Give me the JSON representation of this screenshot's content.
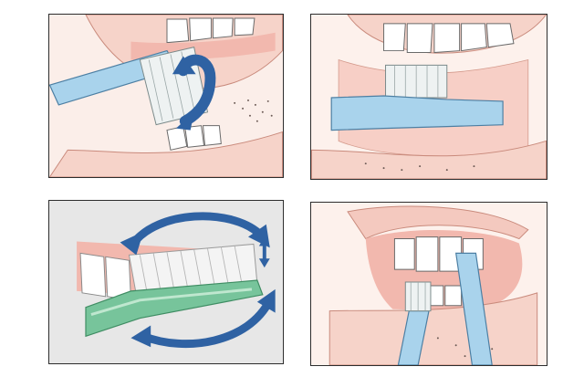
{
  "figure": {
    "panels": [
      {
        "id": "p1",
        "icons": [
          "toothbrush-icon",
          "circular-arrow-icon"
        ]
      },
      {
        "id": "p2",
        "icons": [
          "toothbrush-icon"
        ]
      },
      {
        "id": "p3",
        "icons": [
          "toothbrush-icon",
          "rotation-arrow-icon",
          "up-down-arrow-icon"
        ]
      },
      {
        "id": "p4",
        "icons": [
          "toothbrush-icon"
        ]
      }
    ]
  },
  "colors": {
    "gum": "#f2b8ae",
    "lip": "#f4c9bf",
    "tooth": "#ffffff",
    "brush_blue": "#a9d3ec",
    "brush_green": "#77c49b",
    "arrow": "#2f62a3",
    "panel3_bg": "#e7e7e7"
  }
}
